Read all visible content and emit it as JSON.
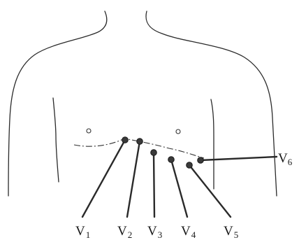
{
  "labels": {
    "v1": {
      "letter": "V",
      "sub": "1"
    },
    "v2": {
      "letter": "V",
      "sub": "2"
    },
    "v3": {
      "letter": "V",
      "sub": "3"
    },
    "v4": {
      "letter": "V",
      "sub": "4"
    },
    "v5": {
      "letter": "V",
      "sub": "5"
    },
    "v6": {
      "letter": "V",
      "sub": "6"
    }
  },
  "colors": {
    "line": "#2a2a2a",
    "electrode": "#3a3a3a",
    "background": "#ffffff"
  }
}
